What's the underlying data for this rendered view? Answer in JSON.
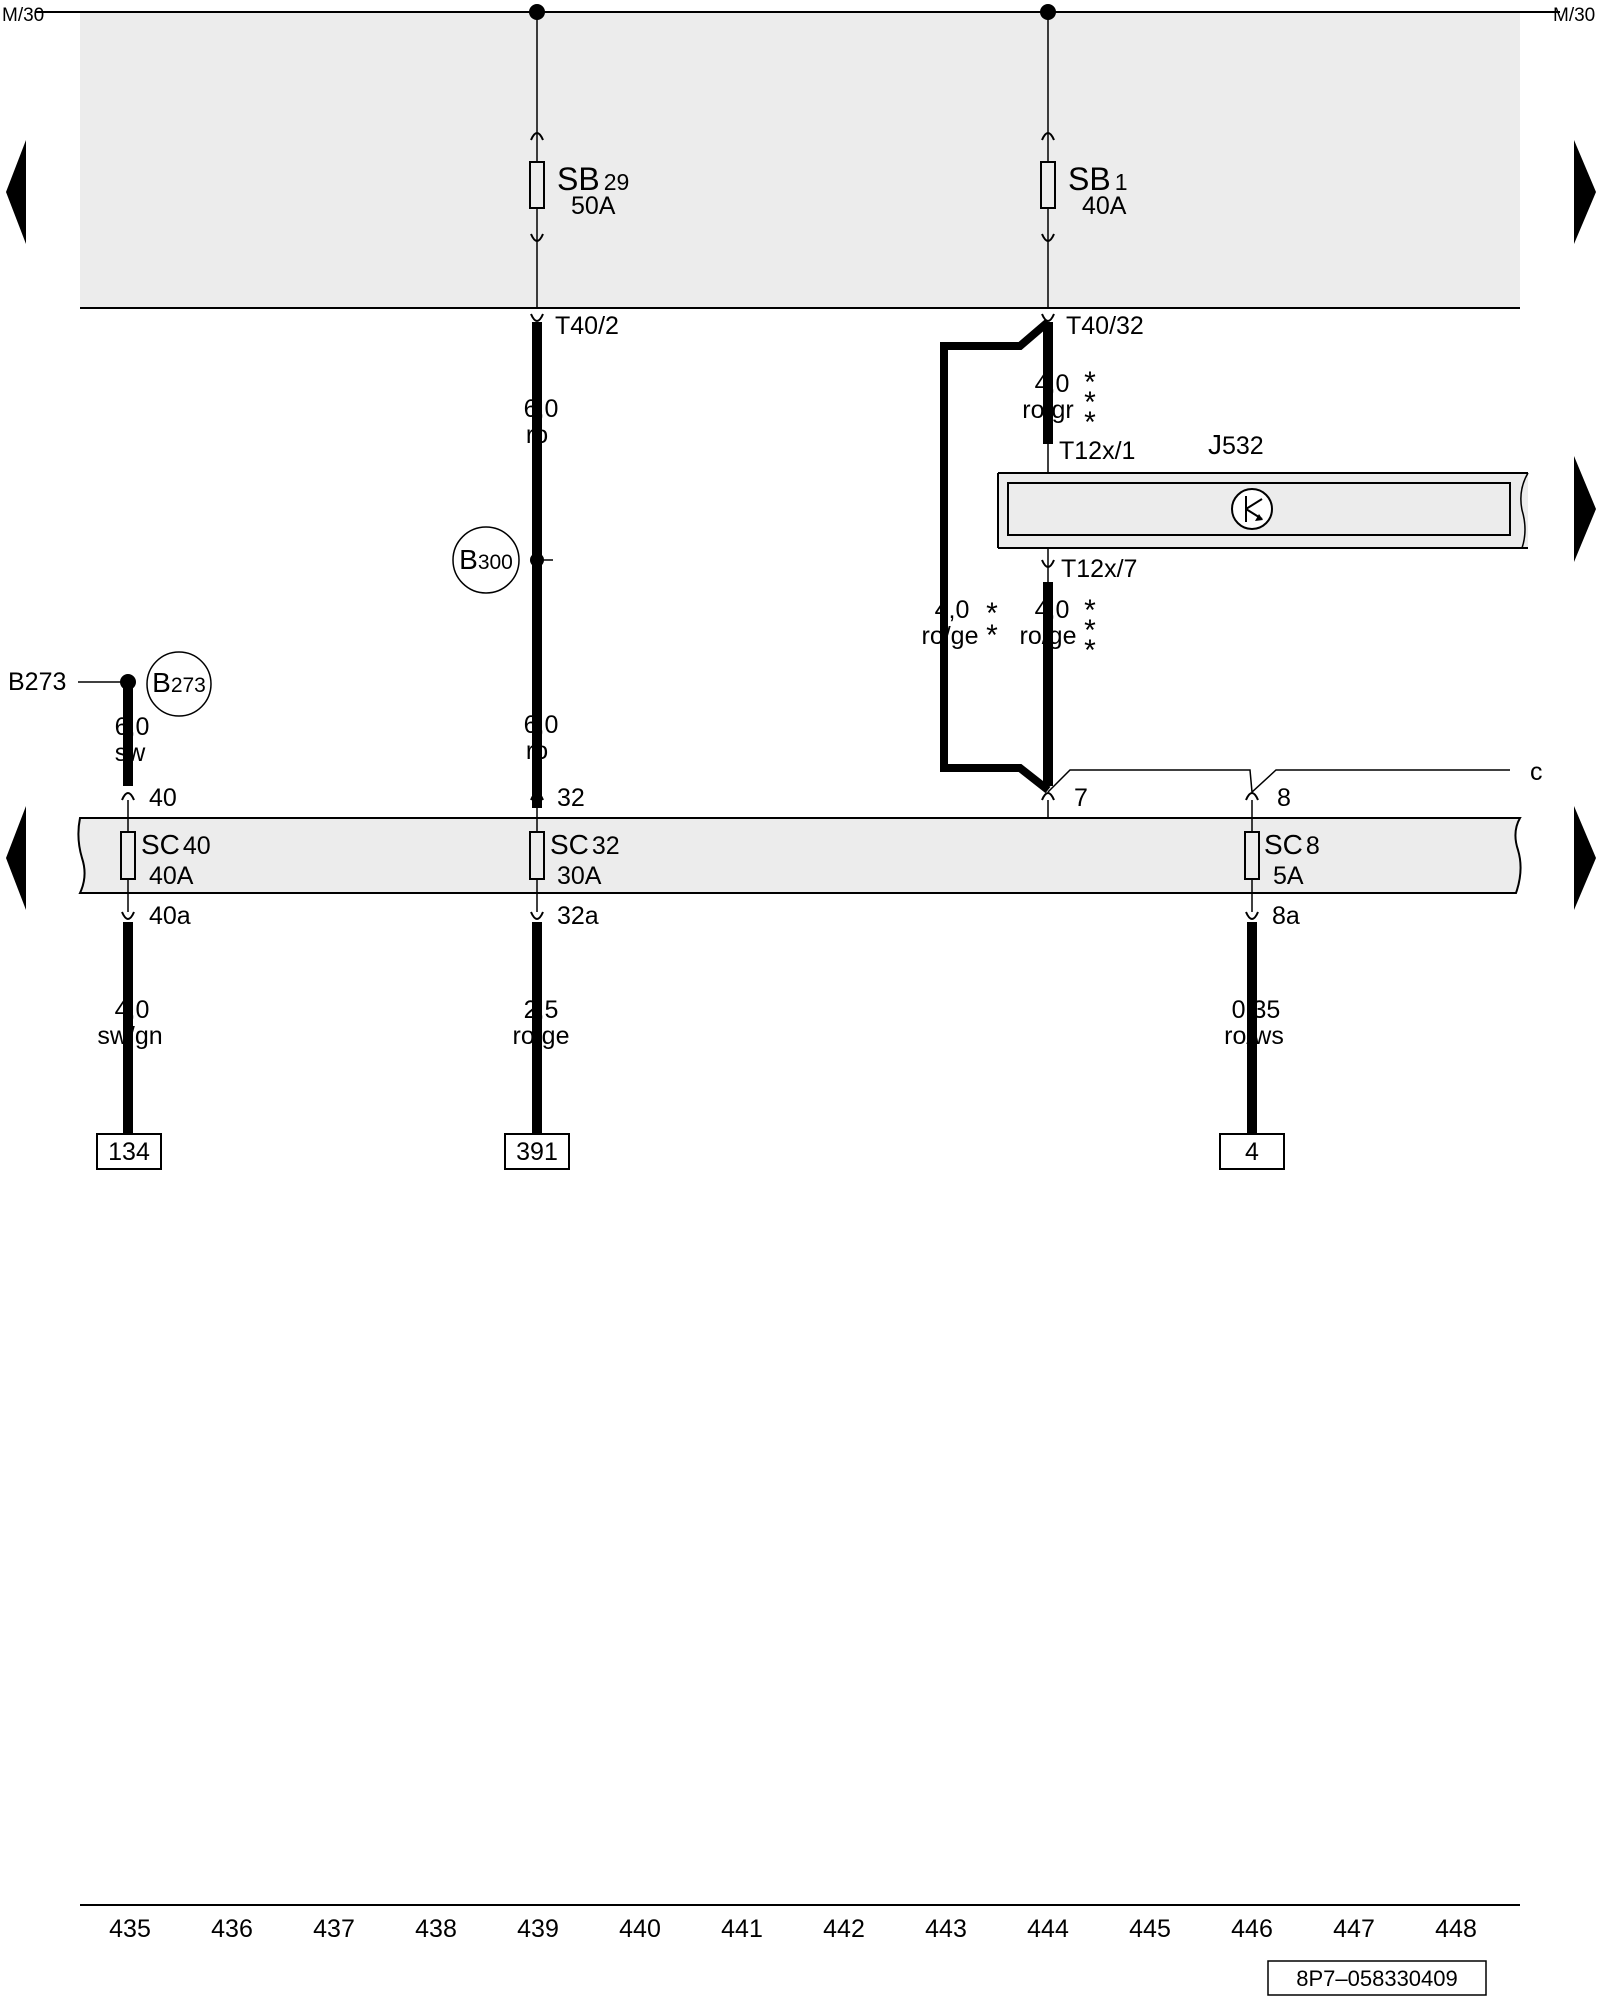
{
  "bus": {
    "left_label": "M/30",
    "right_label": "M/30"
  },
  "fuses_top": [
    {
      "name": "SB",
      "number": "29",
      "rating": "50A",
      "terminal": "T40/2"
    },
    {
      "name": "SB",
      "number": "1",
      "rating": "40A",
      "terminal": "T40/32"
    }
  ],
  "component": {
    "prefix": "J",
    "number": "532",
    "pin_in": "T12x/1",
    "pin_out": "T12x/7"
  },
  "ground_points": [
    {
      "prefix": "B",
      "number": "300"
    },
    {
      "prefix": "B",
      "number": "273",
      "line_label": "B273"
    }
  ],
  "wires": {
    "sb29_upper": {
      "size": "6,0",
      "color": "ro"
    },
    "sb29_lower": {
      "size": "6,0",
      "color": "ro"
    },
    "b273": {
      "size": "6,0",
      "color": "sw"
    },
    "j532_in": {
      "size": "4,0",
      "color": "ro/gr"
    },
    "j532_out": {
      "size": "4,0",
      "color": "ro/ge"
    },
    "bypass": {
      "size": "4,0",
      "color": "ro/ge"
    },
    "sc40_out": {
      "size": "4,0",
      "color": "sw/gn"
    },
    "sc32_out": {
      "size": "2,5",
      "color": "ro/ge"
    },
    "sc8_out": {
      "size": "0,35",
      "color": "ro/ws"
    }
  },
  "marks": {
    "star": "*"
  },
  "fuses_bottom": [
    {
      "name": "SC",
      "number": "40",
      "rating": "40A",
      "pin_in": "40",
      "pin_out": "40a",
      "ref": "134"
    },
    {
      "name": "SC",
      "number": "32",
      "rating": "30A",
      "pin_in": "32",
      "pin_out": "32a",
      "ref": "391"
    },
    {
      "name": "SC",
      "number": "8",
      "rating": "5A",
      "pin_in": "8",
      "pin_out": "8a",
      "ref": "4"
    }
  ],
  "terminal_7": "7",
  "connection_c": "c",
  "footer": {
    "numbers": [
      "435",
      "436",
      "437",
      "438",
      "439",
      "440",
      "441",
      "442",
      "443",
      "444",
      "445",
      "446",
      "447",
      "448"
    ],
    "doc_code": "8P7–058330409"
  }
}
